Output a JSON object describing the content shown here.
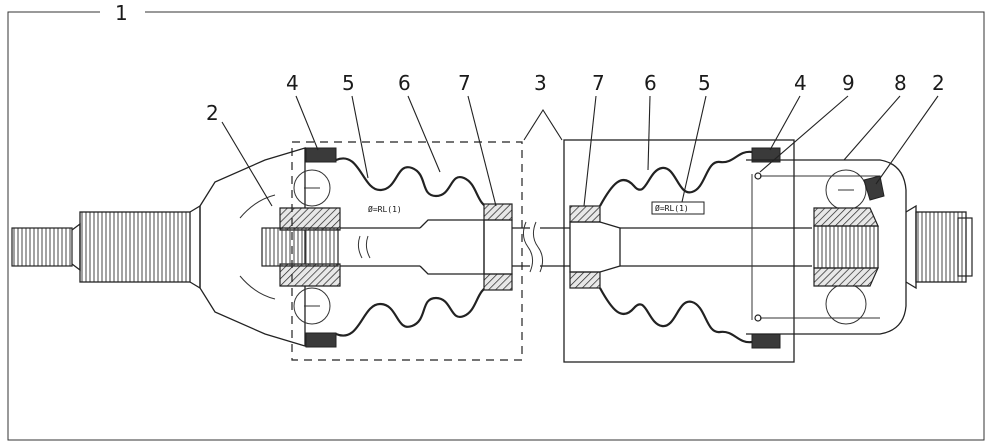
{
  "labels": {
    "frame": "1",
    "left_joint": "2",
    "left_clamp_large": "4",
    "left_clamp_small": "5",
    "left_boot": "6",
    "left_ring": "7",
    "right_assembly": "3",
    "right_ring": "7",
    "right_boot": "6",
    "right_clamp_small": "5",
    "right_clamp_large": "4",
    "right_circlip": "9",
    "right_housing": "8",
    "right_joint": "2"
  },
  "boot_tags": {
    "left": "Ø=RL(1)",
    "right": "Ø=RL(1)"
  },
  "colors": {
    "line": "#222222",
    "background": "#ffffff"
  }
}
